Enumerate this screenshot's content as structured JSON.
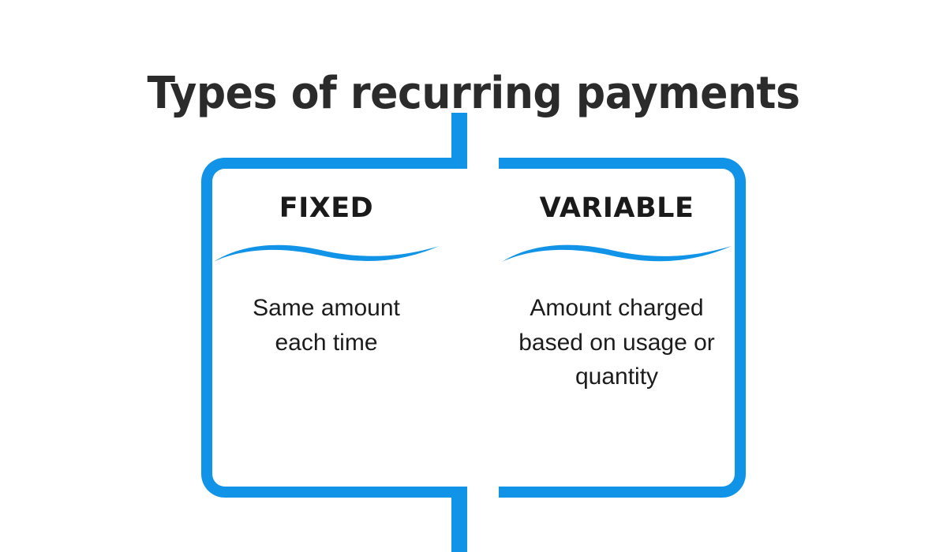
{
  "page": {
    "title": "Types of recurring payments",
    "background_color": "#ffffff",
    "accent_color": "#1193e8",
    "title_color": "#2b2b2b",
    "text_color": "#1c1c1c"
  },
  "divider": {
    "name": "center-vertical-divider",
    "color": "#1193e8"
  },
  "cards": [
    {
      "id": "fixed",
      "heading": "FIXED",
      "body": "Same amount\neach time",
      "accent_color": "#1193e8",
      "wave_icon": "wave-divider-icon"
    },
    {
      "id": "variable",
      "heading": "VARIABLE",
      "body": "Amount charged\nbased on usage or\nquantity",
      "accent_color": "#1193e8",
      "wave_icon": "wave-divider-icon"
    }
  ]
}
